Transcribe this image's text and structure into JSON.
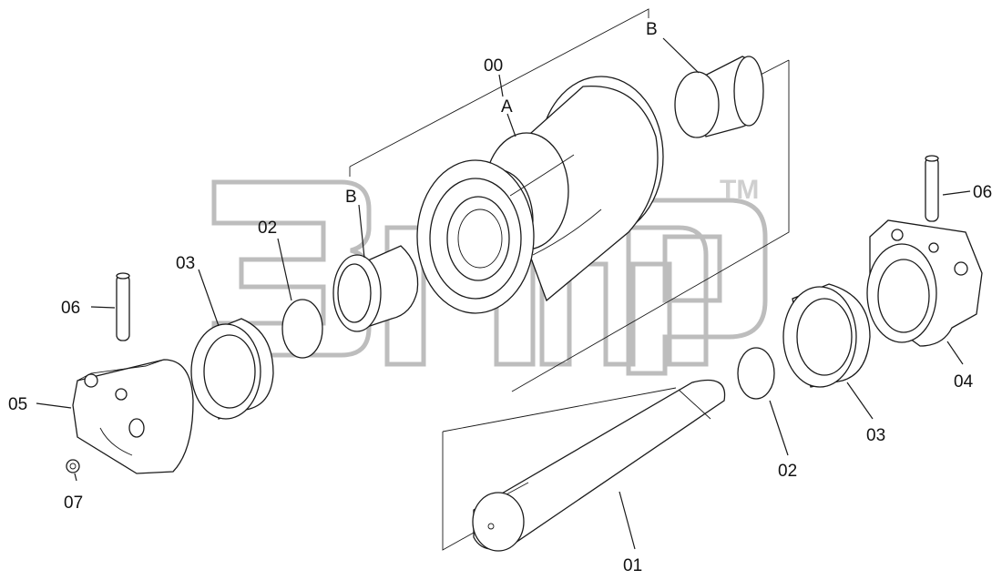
{
  "labels": {
    "p00": "00",
    "a": "A",
    "b_top": "B",
    "b_left": "B",
    "p02_left": "02",
    "p03_left": "03",
    "p06_left": "06",
    "p05": "05",
    "p07": "07",
    "p01": "01",
    "p02_right": "02",
    "p03_right": "03",
    "p04": "04",
    "p06_right": "06"
  },
  "watermark": {
    "trademark": "TM"
  }
}
